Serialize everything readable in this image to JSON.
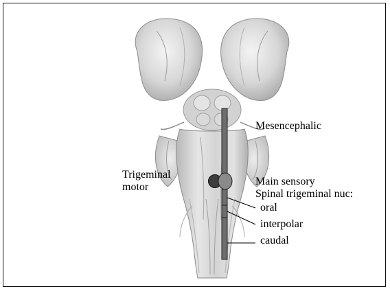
{
  "slide": {
    "background": "#ffffff",
    "image": {
      "subject": "brainstem-illustration"
    },
    "labels": {
      "mesencephalic": "Mesencephalic",
      "trigeminal_motor_line1": "Trigeminal",
      "trigeminal_motor_line2": "motor",
      "main_sensory": "Main sensory",
      "spinal_trigeminal_nuc": "Spinal trigeminal nuc:",
      "oral": "oral",
      "interpolar": "interpolar",
      "caudal": "caudal"
    },
    "colors": {
      "nucleus_column": "#6e6e6e",
      "motor_nucleus": "#3c3c3c",
      "main_sensory_nucleus": "#8a8a8a"
    }
  }
}
